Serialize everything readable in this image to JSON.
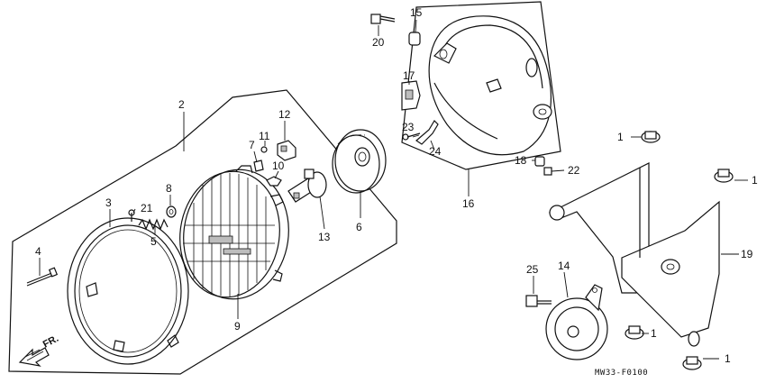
{
  "diagram": {
    "drawing_code": "MW33-F0100",
    "direction_label": "FR.",
    "callouts": [
      {
        "id": "c1a",
        "text": "1"
      },
      {
        "id": "c1b",
        "text": "1"
      },
      {
        "id": "c1c",
        "text": "1"
      },
      {
        "id": "c1d",
        "text": "1"
      },
      {
        "id": "c2",
        "text": "2"
      },
      {
        "id": "c3",
        "text": "3"
      },
      {
        "id": "c4",
        "text": "4"
      },
      {
        "id": "c5",
        "text": "5"
      },
      {
        "id": "c6",
        "text": "6"
      },
      {
        "id": "c7",
        "text": "7"
      },
      {
        "id": "c8",
        "text": "8"
      },
      {
        "id": "c9",
        "text": "9"
      },
      {
        "id": "c10",
        "text": "10"
      },
      {
        "id": "c11",
        "text": "11"
      },
      {
        "id": "c12",
        "text": "12"
      },
      {
        "id": "c13",
        "text": "13"
      },
      {
        "id": "c14",
        "text": "14"
      },
      {
        "id": "c15",
        "text": "15"
      },
      {
        "id": "c16",
        "text": "16"
      },
      {
        "id": "c17",
        "text": "17"
      },
      {
        "id": "c18",
        "text": "18"
      },
      {
        "id": "c19",
        "text": "19"
      },
      {
        "id": "c20",
        "text": "20"
      },
      {
        "id": "c21",
        "text": "21"
      },
      {
        "id": "c22",
        "text": "22"
      },
      {
        "id": "c23",
        "text": "23"
      },
      {
        "id": "c24",
        "text": "24"
      },
      {
        "id": "c25",
        "text": "25"
      }
    ]
  }
}
